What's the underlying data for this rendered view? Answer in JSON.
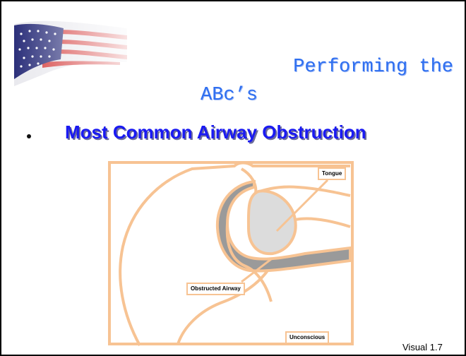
{
  "slide": {
    "title_line1": "Performing the",
    "title_line2": "ABc’s",
    "bullet": "Most Common Airway Obstruction",
    "footer": "Visual 1.7"
  },
  "diagram": {
    "labels": {
      "tongue": "Tongue",
      "obstructed_airway": "Obstructed Airway",
      "unconscious": "Unconscious"
    },
    "colors": {
      "outline": "#f7c393",
      "airway": "#9a9a9a",
      "tongue": "#dcdcdc"
    }
  },
  "decor": {
    "flag_icon": "american-flag-icon"
  }
}
